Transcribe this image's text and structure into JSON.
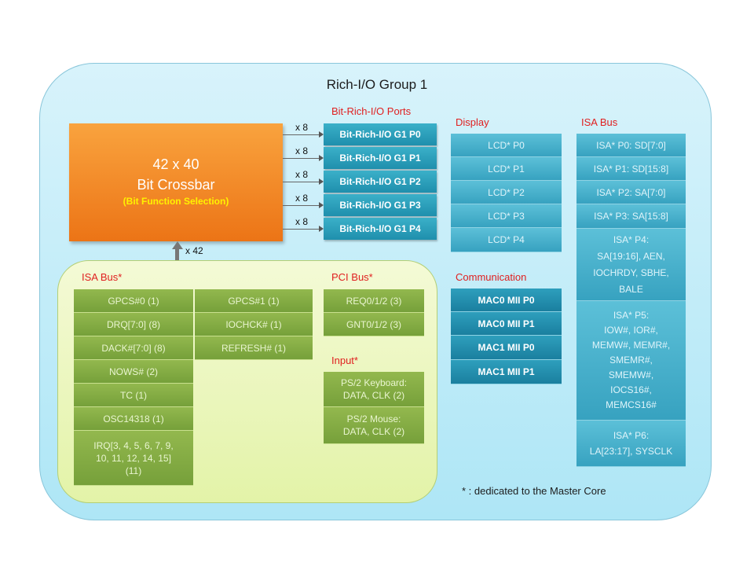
{
  "group_title": "Rich-I/O Group 1",
  "crossbar": {
    "line1": "42 x 40",
    "line2": "Bit Crossbar",
    "line3": "(Bit Function Selection)"
  },
  "bit_ports": {
    "label": "Bit-Rich-I/O Ports",
    "width_label": "x 8",
    "items": [
      "Bit-Rich-I/O G1 P0",
      "Bit-Rich-I/O G1 P1",
      "Bit-Rich-I/O G1 P2",
      "Bit-Rich-I/O G1 P3",
      "Bit-Rich-I/O G1 P4"
    ]
  },
  "crossbar_input_label": "x 42",
  "display": {
    "label": "Display",
    "items": [
      "LCD* P0",
      "LCD* P1",
      "LCD* P2",
      "LCD* P3",
      "LCD* P4"
    ]
  },
  "communication": {
    "label": "Communication",
    "items": [
      "MAC0 MII P0",
      "MAC0 MII P1",
      "MAC1 MII P0",
      "MAC1 MII P1"
    ]
  },
  "isa_bus_right": {
    "label": "ISA Bus",
    "items": [
      "ISA* P0: SD[7:0]",
      "ISA* P1: SD[15:8]",
      "ISA* P2: SA[7:0]",
      "ISA* P3: SA[15:8]",
      "ISA* P4:\nSA[19:16], AEN,\nIOCHRDY, SBHE,\nBALE",
      "ISA* P5:\nIOW#, IOR#,\nMEMW#, MEMR#,\nSMEMR#,\nSMEMW#,\nIOCS16#,\nMEMCS16#",
      "ISA* P6:\nLA[23:17], SYSCLK"
    ]
  },
  "isa_bus_left": {
    "label": "ISA Bus*",
    "col1": [
      "GPCS#0 (1)",
      "DRQ[7:0] (8)",
      "DACK#[7:0] (8)",
      "NOWS# (2)",
      "TC (1)",
      "OSC14318 (1)",
      "IRQ[3, 4, 5, 6, 7, 9,\n10, 11, 12, 14, 15]\n(11)"
    ],
    "col2": [
      "GPCS#1 (1)",
      "IOCHCK# (1)",
      "REFRESH# (1)"
    ]
  },
  "pci_bus": {
    "label": "PCI Bus*",
    "items": [
      "REQ0/1/2 (3)",
      "GNT0/1/2 (3)"
    ]
  },
  "input": {
    "label": "Input*",
    "items": [
      "PS/2 Keyboard:\nDATA, CLK (2)",
      "PS/2 Mouse:\nDATA, CLK (2)"
    ]
  },
  "footnote": "* : dedicated to the Master Core",
  "colors": {
    "crossbar": "#ec7416",
    "port": "#1f8fad",
    "teal_cell": "#37a2c0",
    "green_cell": "#76a03a",
    "label_red": "#e02020",
    "group_bg": "#aee6f6",
    "inner_green": "#e3f3a8"
  }
}
